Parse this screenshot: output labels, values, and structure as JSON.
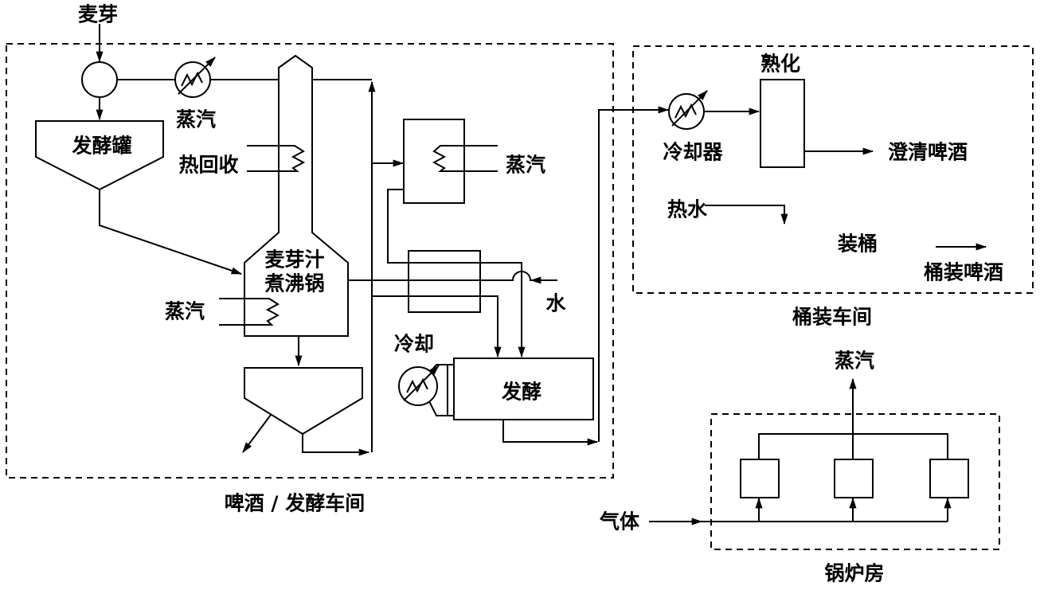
{
  "colors": {
    "line": "#000000",
    "background": "#ffffff"
  },
  "brewing_workshop": {
    "label": "啤酒 / 发酵车间",
    "malt": "麦芽",
    "preheat_steam": "蒸汽",
    "mash_tank": "发酵罐",
    "heat_recovery": "热回收",
    "kettle_line1": "麦芽汁",
    "kettle_line2": "煮沸锅",
    "kettle_steam": "蒸汽",
    "heater_steam": "蒸汽",
    "water": "水",
    "cooling": "冷却",
    "fermenter": "发酵"
  },
  "barreling_workshop": {
    "label": "桶装车间",
    "maturation": "熟化",
    "cooler": "冷却器",
    "clarified_beer": "澄清啤酒",
    "hot_water": "热水",
    "barreling": "装桶",
    "barrel_beer": "桶装啤酒"
  },
  "boiler_room": {
    "label": "锅炉房",
    "steam": "蒸汽",
    "gas": "气体"
  }
}
